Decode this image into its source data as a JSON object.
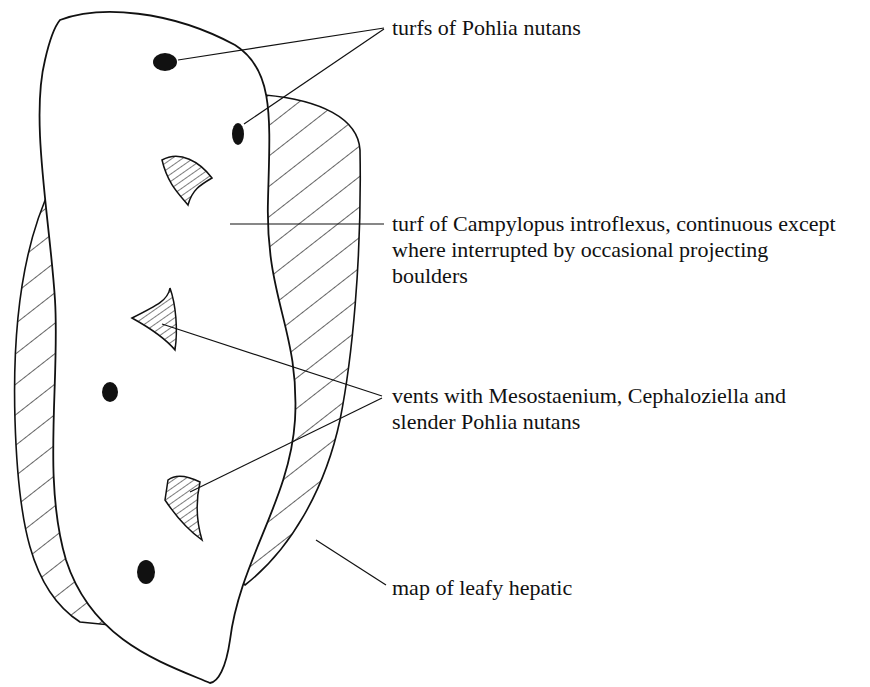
{
  "diagram": {
    "labels": [
      "turfs of Pohlia nutans",
      "turf of Campylopus introflexus, continuous except where interrupted by occasional projecting boulders",
      "vents with Mesostaenium, Cephaloziella and slender Pohlia nutans",
      "map of leafy hepatic"
    ]
  }
}
